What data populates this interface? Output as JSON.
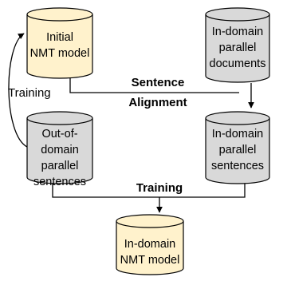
{
  "nodes": {
    "initial_model": {
      "line1": "Initial",
      "line2": "NMT model",
      "fill": "#fff2cc"
    },
    "in_domain_docs": {
      "line1": "In-domain",
      "line2": "parallel",
      "line3": "documents",
      "fill": "#d9d9d9"
    },
    "out_domain_sents": {
      "line1": "Out-of-domain",
      "line2": "parallel",
      "line3": "sentences",
      "fill": "#d9d9d9"
    },
    "in_domain_sents": {
      "line1": "In-domain",
      "line2": "parallel",
      "line3": "sentences",
      "fill": "#d9d9d9"
    },
    "in_domain_model": {
      "line1": "In-domain",
      "line2": "NMT model",
      "fill": "#fff2cc"
    }
  },
  "edges": {
    "feedback_label": "Training",
    "alignment_line1": "Sentence",
    "alignment_line2": "Alignment",
    "final_training_label": "Training"
  }
}
